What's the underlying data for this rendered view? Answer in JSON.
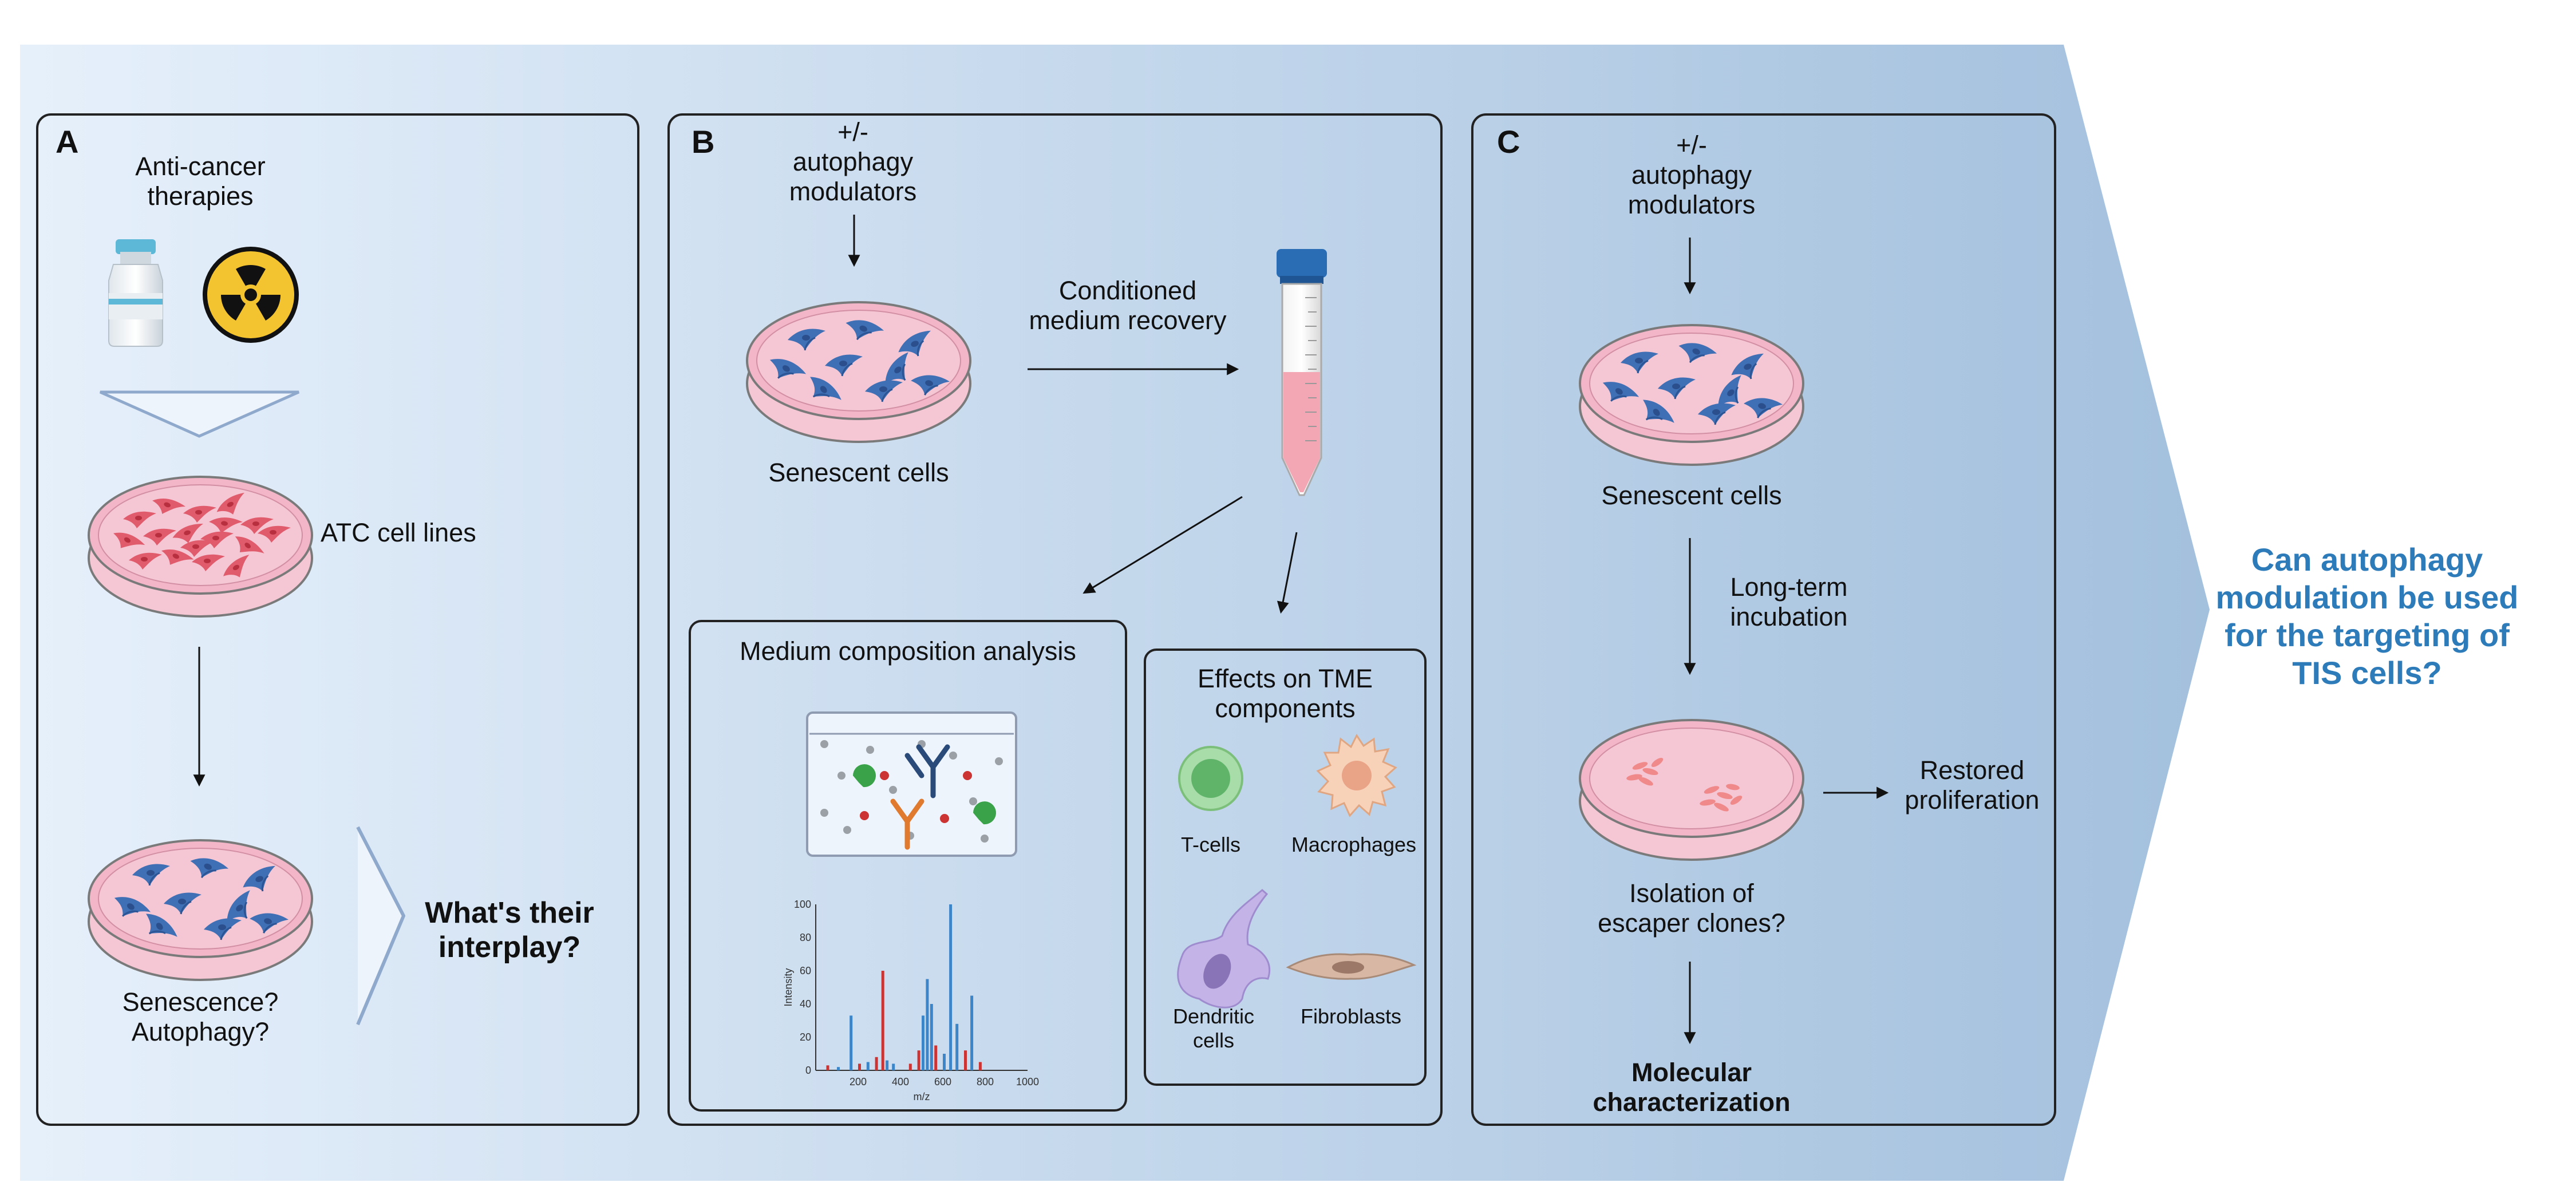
{
  "panels": {
    "a": {
      "letter": "A",
      "therapies_label": "Anti-cancer\ntherapies",
      "cell_lines_label": "ATC cell lines",
      "question_label": "Senescence?\nAutophagy?",
      "interplay_label": "What's their\ninterplay?"
    },
    "b": {
      "letter": "B",
      "modulators_label": "+/-\nautophagy\nmodulators",
      "senescent_label": "Senescent cells",
      "conditioned_label": "Conditioned\nmedium recovery",
      "composition_title": "Medium composition analysis",
      "tme_title": "Effects on TME\ncomponents",
      "tme_items": {
        "tcells": "T-cells",
        "macrophages": "Macrophages",
        "dendritic": "Dendritic\ncells",
        "fibroblasts": "Fibroblasts"
      },
      "spectrum": {
        "y_axis_label": "Intensity",
        "x_axis_label": "m/z",
        "y_ticks": [
          "0",
          "20",
          "40",
          "60",
          "80",
          "100"
        ],
        "x_ticks": [
          "200",
          "400",
          "600",
          "800",
          "1000"
        ]
      }
    },
    "c": {
      "letter": "C",
      "modulators_label": "+/-\nautophagy\nmodulators",
      "senescent_label": "Senescent cells",
      "incubation_label": "Long-term\nincubation",
      "isolation_label": "Isolation of\nescaper clones?",
      "restored_label": "Restored\nproliferation",
      "molecular_label": "Molecular\ncharacterization"
    }
  },
  "main_question": "Can autophagy\nmodulation be used\nfor the targeting of\nTIS cells?",
  "colors": {
    "background_start": "#e6f0fb",
    "background_end": "#a6c3df",
    "panel_border": "#222222",
    "dish_fill": "#f5c6d4",
    "senescent_cell": "#3f6fb4",
    "atc_cell": "#e05b6b",
    "question_text": "#2e7bb9",
    "spectrum_blue": "#3d85c9",
    "spectrum_red": "#cc3333"
  }
}
